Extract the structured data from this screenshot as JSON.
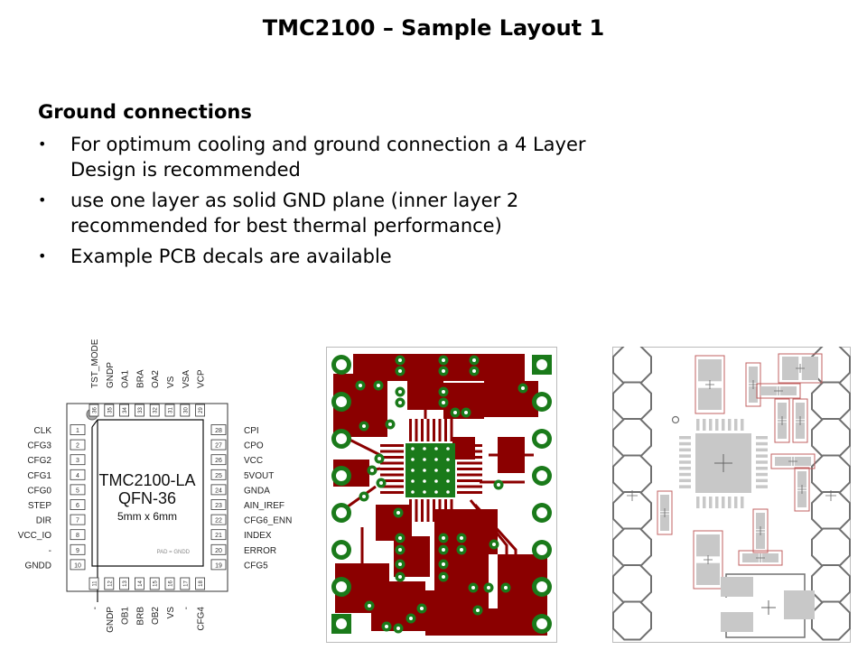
{
  "slide": {
    "title": "TMC2100 – Sample Layout 1",
    "heading": "Ground connections",
    "bullets": [
      "For optimum cooling and ground connection a 4 Layer Design is recommended",
      "use one layer as solid GND plane (inner layer 2 recommended for best thermal performance)",
      "Example PCB decals are available"
    ],
    "bullet_glyph": "•"
  },
  "pinout": {
    "chip_name": "TMC2100-LA",
    "package": "QFN-36",
    "size": "5mm x 6mm",
    "pad_note": "PAD = GNDD",
    "left_pins": [
      {
        "num": "1",
        "name": "CLK"
      },
      {
        "num": "2",
        "name": "CFG3"
      },
      {
        "num": "3",
        "name": "CFG2"
      },
      {
        "num": "4",
        "name": "CFG1"
      },
      {
        "num": "5",
        "name": "CFG0"
      },
      {
        "num": "6",
        "name": "STEP"
      },
      {
        "num": "7",
        "name": "DIR"
      },
      {
        "num": "8",
        "name": "VCC_IO"
      },
      {
        "num": "9",
        "name": "-"
      },
      {
        "num": "10",
        "name": "GNDD"
      }
    ],
    "right_pins": [
      {
        "num": "28",
        "name": "CPI"
      },
      {
        "num": "27",
        "name": "CPO"
      },
      {
        "num": "26",
        "name": "VCC"
      },
      {
        "num": "25",
        "name": "5VOUT"
      },
      {
        "num": "24",
        "name": "GNDA"
      },
      {
        "num": "23",
        "name": "AIN_IREF"
      },
      {
        "num": "22",
        "name": "CFG6_ENN"
      },
      {
        "num": "21",
        "name": "INDEX"
      },
      {
        "num": "20",
        "name": "ERROR"
      },
      {
        "num": "19",
        "name": "CFG5"
      }
    ],
    "top_pins": [
      {
        "num": "36",
        "name": "TST_MODE"
      },
      {
        "num": "35",
        "name": "GNDP"
      },
      {
        "num": "34",
        "name": "OA1"
      },
      {
        "num": "33",
        "name": "BRA"
      },
      {
        "num": "32",
        "name": "OA2"
      },
      {
        "num": "31",
        "name": "VS"
      },
      {
        "num": "30",
        "name": "VSA"
      },
      {
        "num": "29",
        "name": "VCP"
      }
    ],
    "bottom_pins": [
      {
        "num": "11",
        "name": "-"
      },
      {
        "num": "12",
        "name": "GNDP"
      },
      {
        "num": "13",
        "name": "OB1"
      },
      {
        "num": "14",
        "name": "BRB"
      },
      {
        "num": "15",
        "name": "OB2"
      },
      {
        "num": "16",
        "name": "VS"
      },
      {
        "num": "17",
        "name": "-"
      },
      {
        "num": "18",
        "name": "CFG4"
      }
    ]
  },
  "colors": {
    "copper": "#8b0000",
    "pad_green": "#1a7a1a",
    "silkscreen_gray": "#c8c8c8",
    "outline_red": "#c06060",
    "octagon_gray": "#707070"
  }
}
